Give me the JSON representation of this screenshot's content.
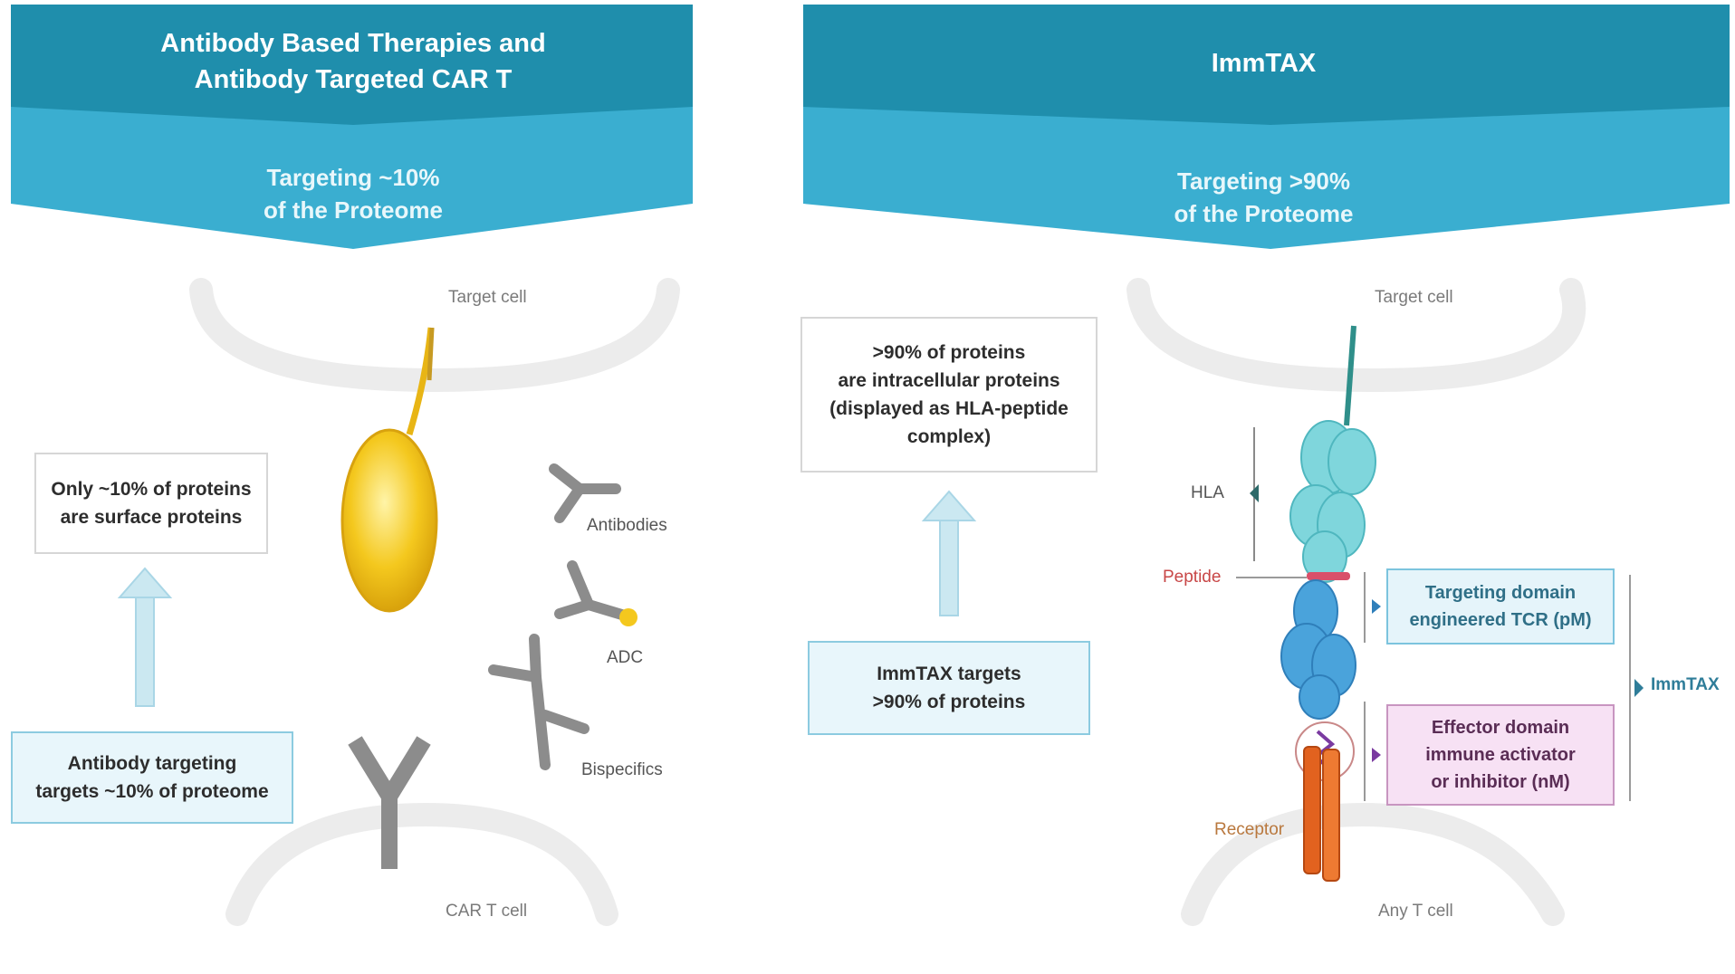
{
  "left_panel": {
    "header_title": "Antibody Based Therapies and\nAntibody Targeted CAR T",
    "header_subtitle": "Targeting ~10%\nof the Proteome",
    "target_cell_label": "Target cell",
    "car_t_cell_label": "CAR T cell",
    "surface_box_text": "Only ~10% of proteins\nare surface proteins",
    "targeting_box_text": "Antibody targeting\ntargets ~10% of proteome",
    "antibodies_label": "Antibodies",
    "adc_label": "ADC",
    "bispecifics_label": "Bispecifics"
  },
  "right_panel": {
    "header_title": "ImmTAX",
    "header_subtitle": "Targeting >90%\nof the Proteome",
    "target_cell_label": "Target cell",
    "any_t_cell_label": "Any T cell",
    "intracellular_box_text": ">90% of proteins\nare intracellular proteins\n(displayed as HLA-peptide\ncomplex)",
    "targets_box_text": "ImmTAX targets\n>90% of proteins",
    "hla_label": "HLA",
    "peptide_label": "Peptide",
    "receptor_label": "Receptor",
    "targeting_domain_text": "Targeting domain\nengineered TCR (pM)",
    "effector_domain_text": "Effector domain\nimmune activator\nor inhibitor (nM)",
    "immtax_label": "ImmTAX"
  },
  "colors": {
    "header_dark": "#1f8eac",
    "header_light": "#3aaed0",
    "antibody_gray": "#8c8c8c",
    "antigen_yellow": "#f2c21b",
    "hla_teal": "#6fd0d6",
    "tcr_blue": "#3d9ad6",
    "receptor_orange": "#e2621f",
    "arrow_light_blue": "#cbe8f1"
  }
}
